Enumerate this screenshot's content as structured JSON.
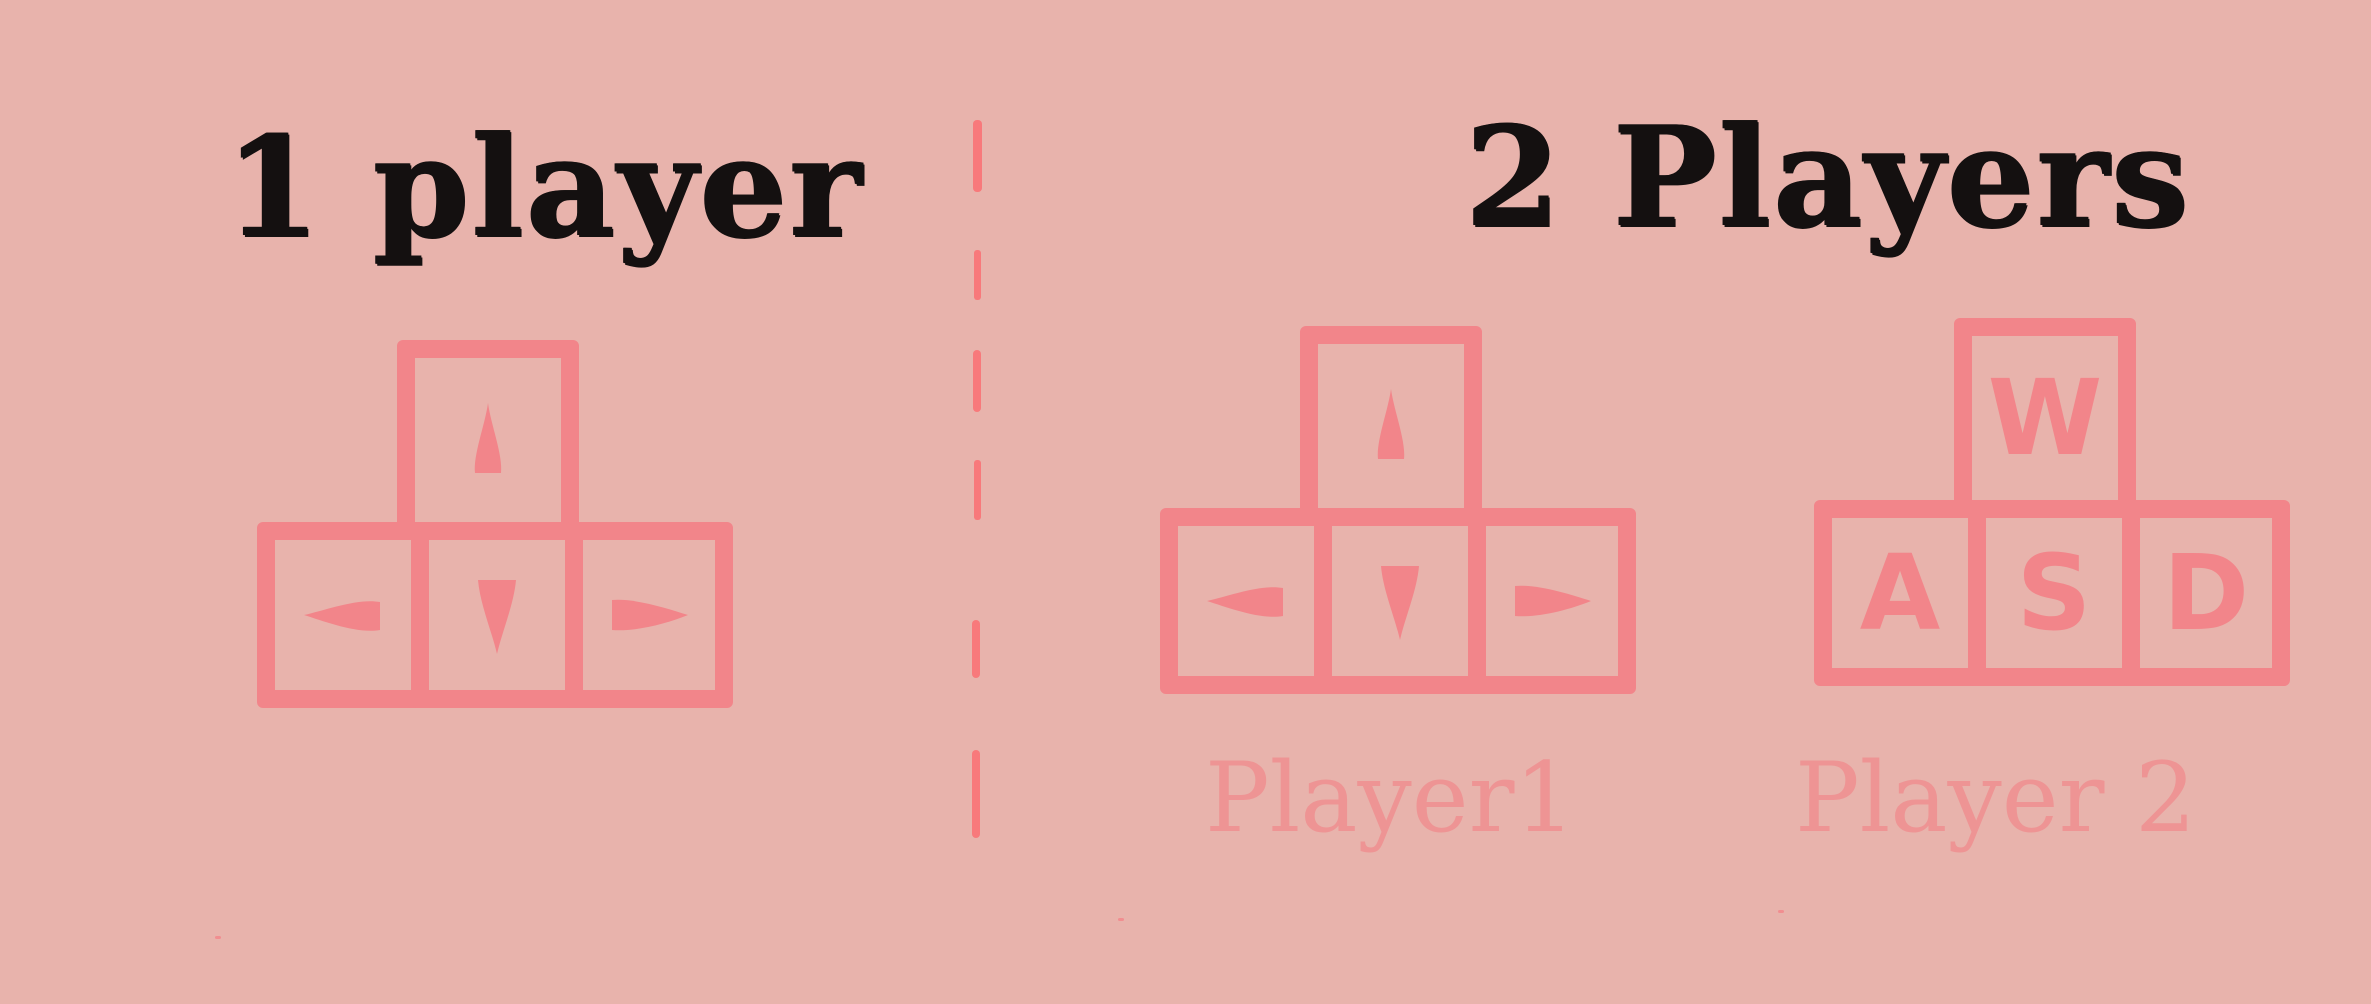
{
  "colors": {
    "background": "#e8b3ac",
    "accent": "#f2858a",
    "title_text": "#141010"
  },
  "modes": {
    "one_player": {
      "title": "1 player",
      "keys": {
        "up": "arrow-up-icon",
        "left": "arrow-left-icon",
        "down": "arrow-down-icon",
        "right": "arrow-right-icon"
      }
    },
    "two_players": {
      "title": "2 Players",
      "player1": {
        "label": "Player1",
        "keys": {
          "up": "arrow-up-icon",
          "left": "arrow-left-icon",
          "down": "arrow-down-icon",
          "right": "arrow-right-icon"
        }
      },
      "player2": {
        "label": "Player 2",
        "keys": {
          "up": "W",
          "left": "A",
          "down": "S",
          "right": "D"
        }
      }
    }
  }
}
